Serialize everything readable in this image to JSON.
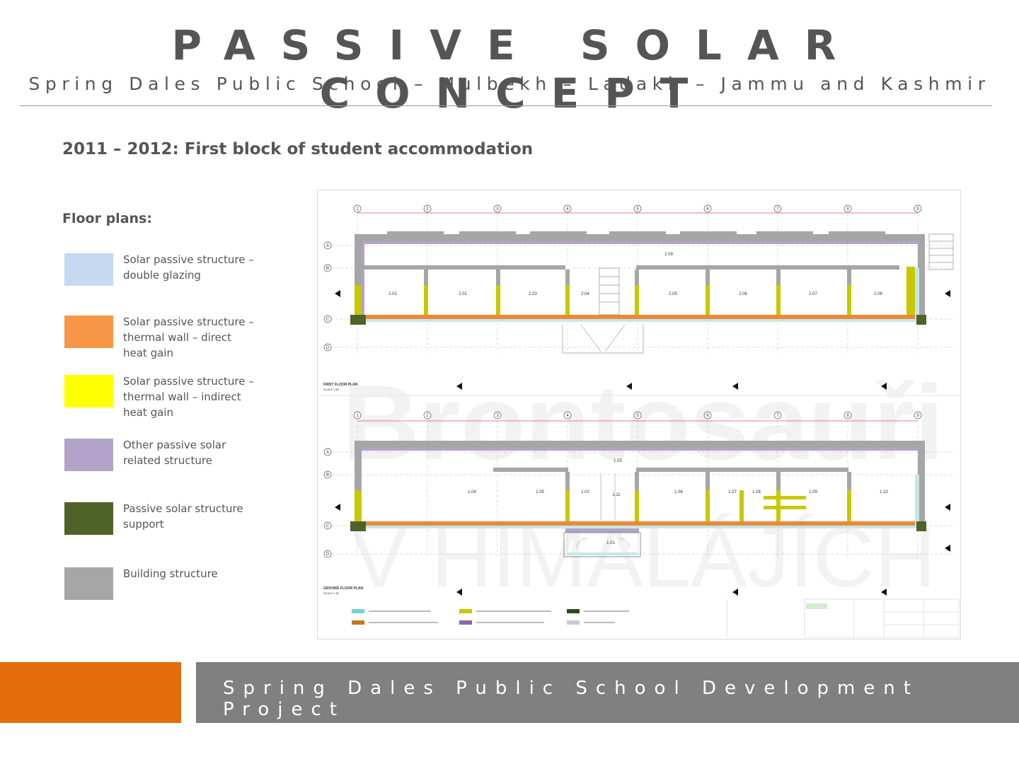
{
  "header": {
    "title": "PASSIVE SOLAR CONCEPT",
    "subtitle": "Spring Dales Public School – Mulbekh – Ladakh – Jammu and Kashmir"
  },
  "heading": "2011 – 2012: First block of student  accommodation",
  "floor_plans_label": "Floor plans:",
  "legend": [
    {
      "label": "Solar passive structure – double glazing",
      "color": "#c6d9f1"
    },
    {
      "label": "Solar passive structure – thermal wall – direct heat gain",
      "color": "#f79646"
    },
    {
      "label": "Solar passive structure – thermal wall – indirect heat gain",
      "color": "#ffff00"
    },
    {
      "label": "Other passive solar related structure",
      "color": "#b3a2c7"
    },
    {
      "label": "Passive solar structure support",
      "color": "#4f6228"
    },
    {
      "label": "Building structure",
      "color": "#a6a6a6"
    }
  ],
  "plan": {
    "watermark_line1": "Brontosauři",
    "watermark_line2": "V HIMALÁJÍCH",
    "grid_numbers": [
      "1",
      "2",
      "3",
      "4",
      "5",
      "6",
      "7",
      "8",
      "9"
    ],
    "row_letters": [
      "A",
      "B",
      "C",
      "D"
    ],
    "first_floor_rooms": [
      "2.01",
      "2.02",
      "2.03",
      "2.04",
      "2.05",
      "2.06",
      "2.07",
      "2.08"
    ],
    "first_floor_corridor": "2.09",
    "ground_floor_rooms": [
      "1.04",
      "1.05",
      "1.02",
      "1.11",
      "1.06",
      "1.07",
      "1.08",
      "1.09",
      "1.10"
    ],
    "ground_floor_corridor": "1.03",
    "ground_floor_entry": "1.01",
    "first_floor_title": "FIRST FLOOR PLAN",
    "ground_floor_title": "GROUND FLOOR PLAN",
    "scale": "SCALE 1:50"
  },
  "footer": {
    "text": "Spring Dales Public School Development Project"
  }
}
